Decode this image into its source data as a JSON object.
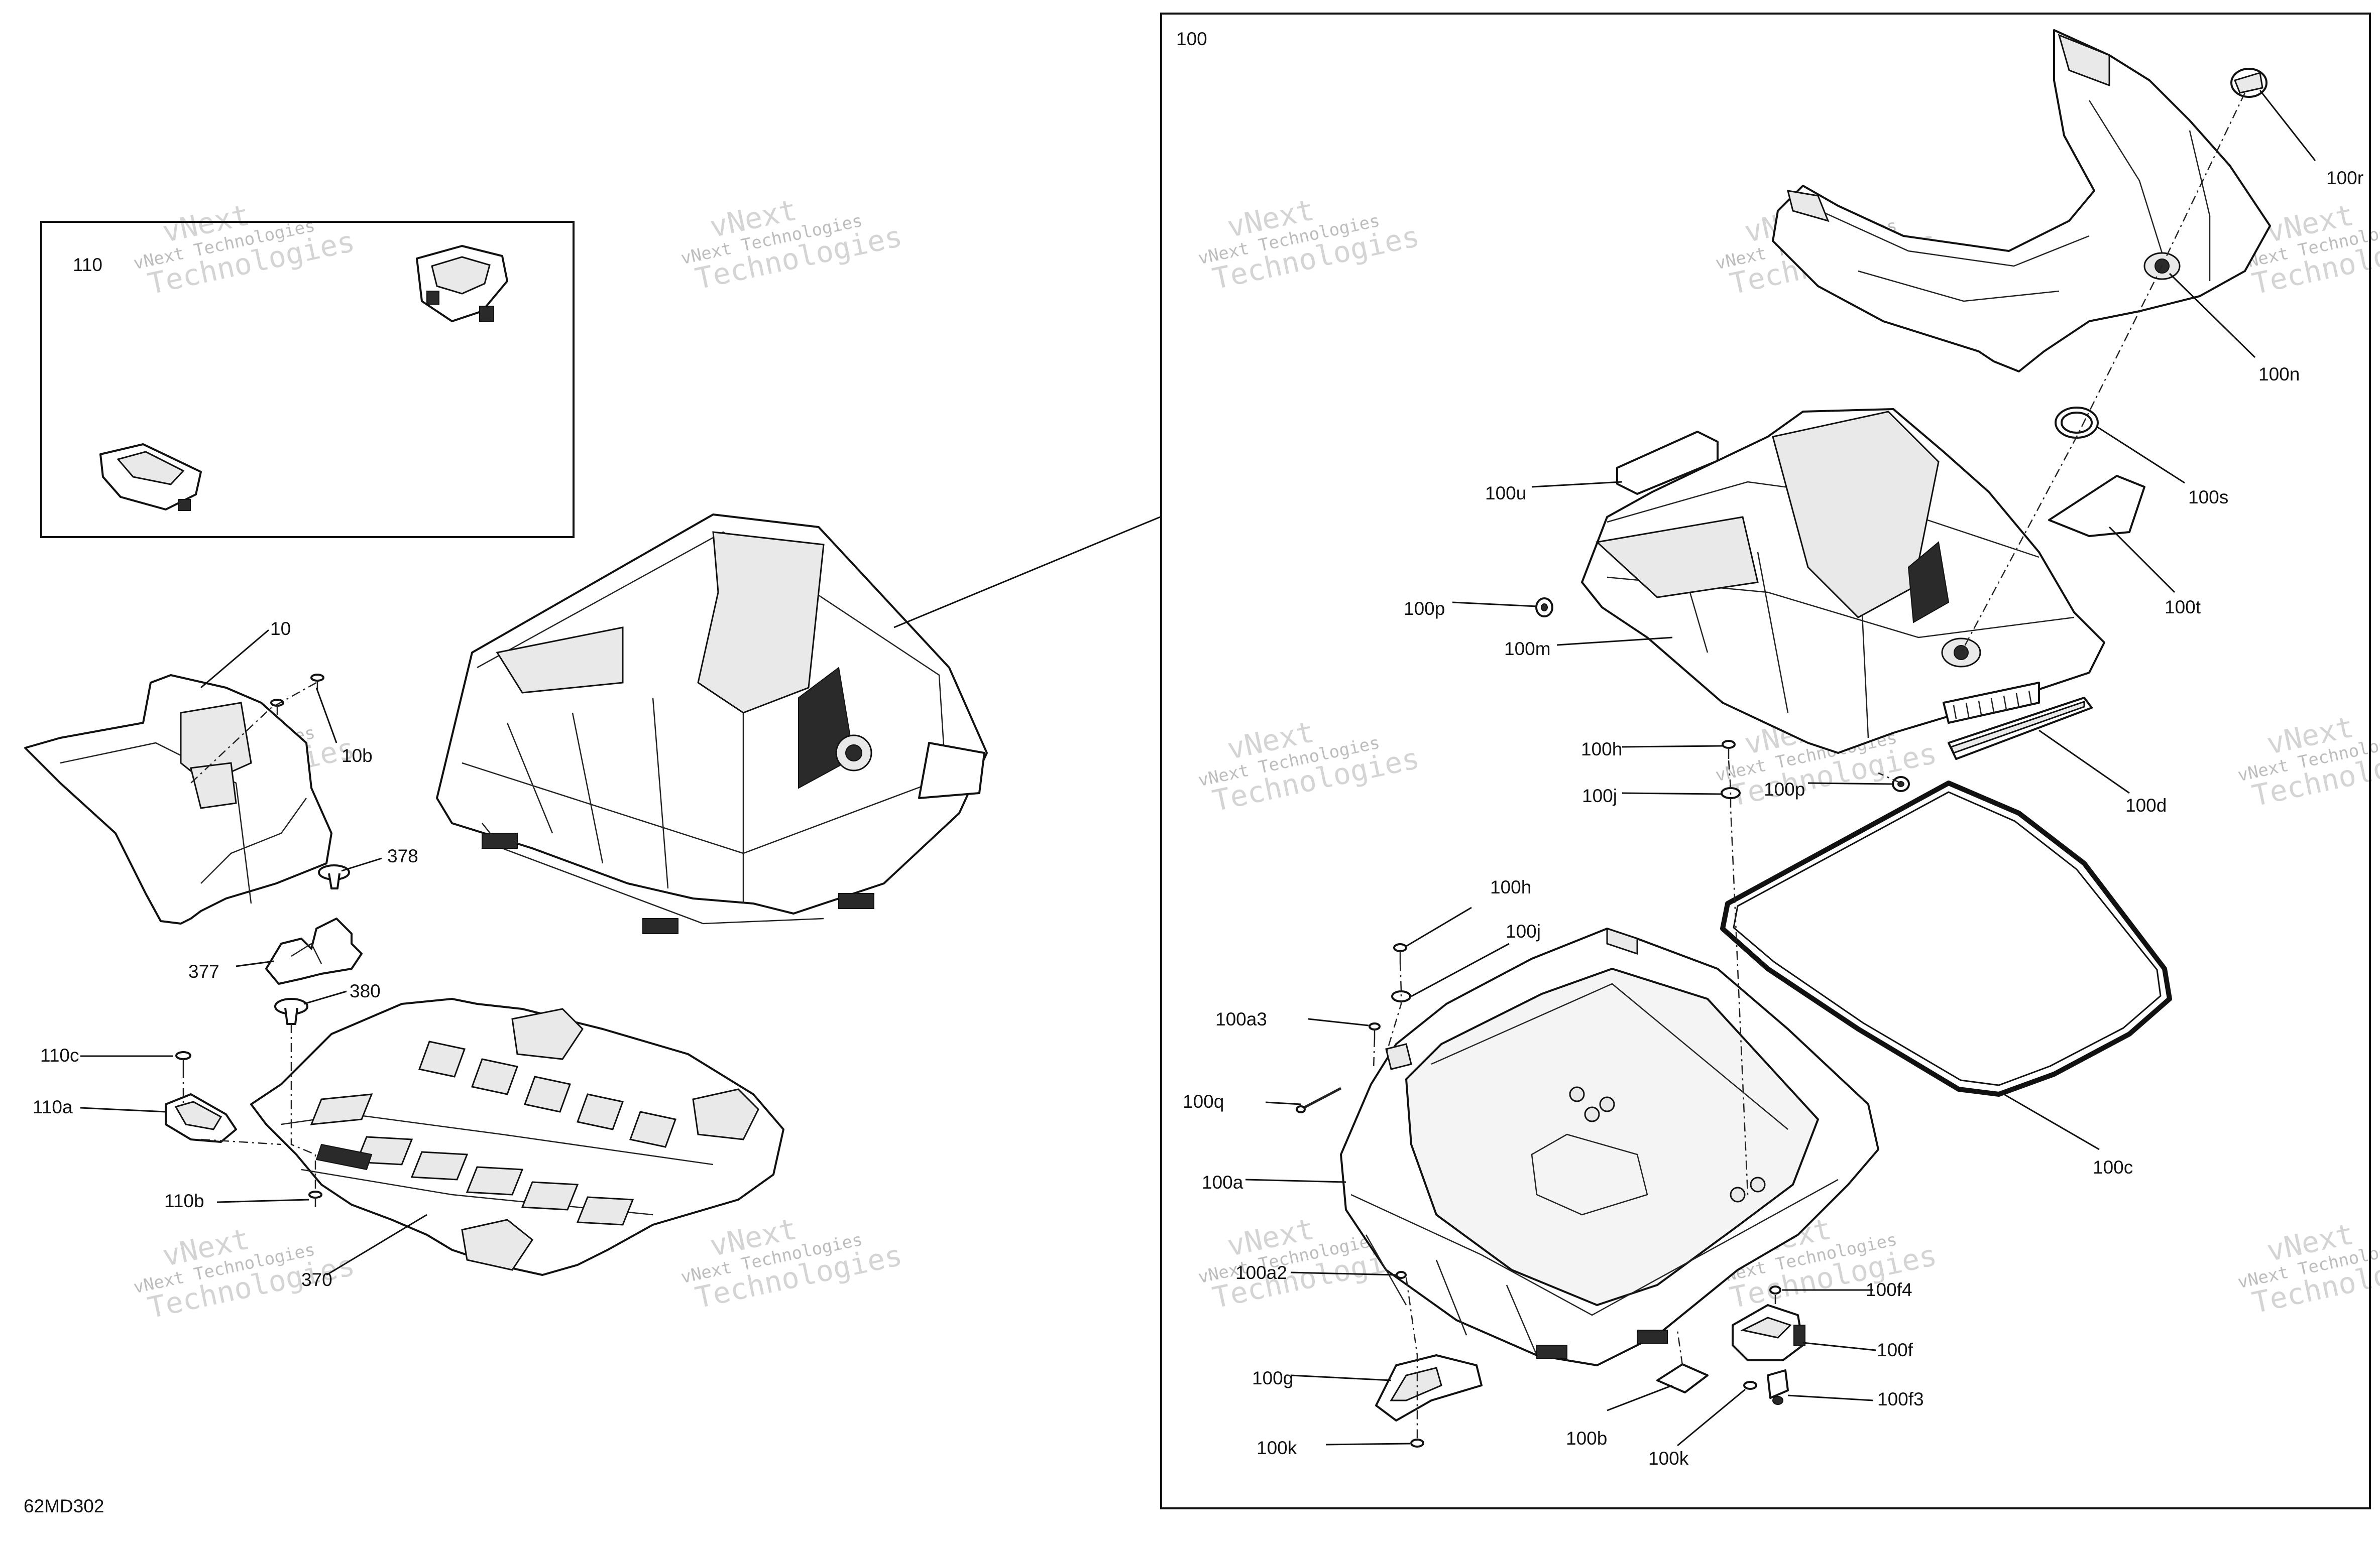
{
  "drawing_code": "62MD302",
  "watermark": {
    "line1": "vNext Technologies",
    "line2": "Technologies",
    "line3": "vNext"
  },
  "groups": {
    "g110": "110",
    "g100": "100"
  },
  "labels": {
    "l10": "10",
    "l10b": "10b",
    "l378": "378",
    "l377": "377",
    "l380": "380",
    "l110c": "110c",
    "l110a": "110a",
    "l110b": "110b",
    "l370": "370",
    "l100r": "100r",
    "l100n": "100n",
    "l100s": "100s",
    "l100u": "100u",
    "l100t": "100t",
    "l100p": "100p",
    "l100m": "100m",
    "l100h": "100h",
    "l100j": "100j",
    "l100p2": "100p",
    "l100d": "100d",
    "l100h2": "100h",
    "l100j2": "100j",
    "l100a3": "100a3",
    "l100q": "100q",
    "l100c": "100c",
    "l100a": "100a",
    "l100a2": "100a2",
    "l100f4": "100f4",
    "l100f": "100f",
    "l100g": "100g",
    "l100f3": "100f3",
    "l100b": "100b",
    "l100k": "100k",
    "l100k2": "100k"
  }
}
